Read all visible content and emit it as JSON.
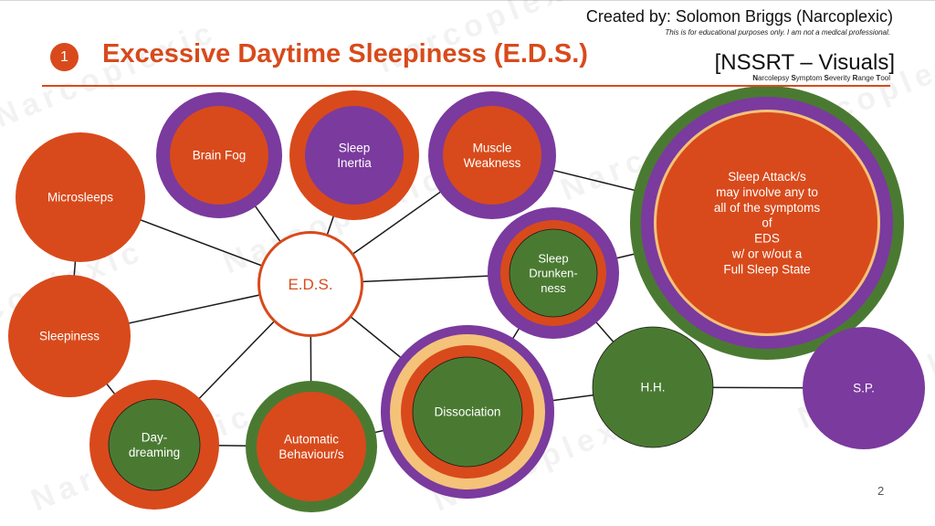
{
  "slide": {
    "number": "1",
    "title": "Excessive Daytime Sleepiness (E.D.S.)",
    "credit": "Created by: Solomon Briggs (Narcoplexic)",
    "disclaimer": "This is for educational purposes only.  I am not a medical professional.",
    "brand": "[NSSRT – Visuals]",
    "brand_subtitle_parts": [
      {
        "initial": "N",
        "rest": "arcolepsy "
      },
      {
        "initial": "S",
        "rest": "ymptom "
      },
      {
        "initial": "S",
        "rest": "everity "
      },
      {
        "initial": "R",
        "rest": "ange "
      },
      {
        "initial": "T",
        "rest": "ool"
      }
    ],
    "watermark": "Narcoplexic",
    "page_number": "2"
  },
  "colors": {
    "orange": "#d84a1b",
    "purple": "#7b3a9e",
    "green": "#4a7a32",
    "peach": "#f5c27a",
    "white": "#ffffff"
  },
  "nodes": [
    {
      "id": "eds",
      "label": "E.D.S."
    },
    {
      "id": "brain-fog",
      "label": "Brain Fog"
    },
    {
      "id": "sleep-inertia",
      "label": "Sleep\nInertia"
    },
    {
      "id": "muscle-weakness",
      "label": "Muscle\nWeakness"
    },
    {
      "id": "sleep-attack",
      "label": "Sleep Attack/s\nmay involve any to\nall of the symptoms\nof\nEDS\nw/ or w/out a\nFull Sleep State"
    },
    {
      "id": "microsleeps",
      "label": "Microsleeps"
    },
    {
      "id": "sleepiness",
      "label": "Sleepiness"
    },
    {
      "id": "sleep-drunkenness",
      "label": "Sleep\nDrunken-\nness"
    },
    {
      "id": "daydreaming",
      "label": "Day-\ndreaming"
    },
    {
      "id": "automatic-behaviour",
      "label": "Automatic\nBehaviour/s"
    },
    {
      "id": "dissociation",
      "label": "Dissociation"
    },
    {
      "id": "hh",
      "label": "H.H."
    },
    {
      "id": "sp",
      "label": "S.P."
    }
  ],
  "edges": [
    [
      "eds",
      "brain-fog"
    ],
    [
      "eds",
      "sleep-inertia"
    ],
    [
      "eds",
      "muscle-weakness"
    ],
    [
      "eds",
      "microsleeps"
    ],
    [
      "eds",
      "sleepiness"
    ],
    [
      "eds",
      "sleep-drunkenness"
    ],
    [
      "eds",
      "daydreaming"
    ],
    [
      "eds",
      "automatic-behaviour"
    ],
    [
      "eds",
      "dissociation"
    ],
    [
      "microsleeps",
      "sleepiness"
    ],
    [
      "sleepiness",
      "daydreaming"
    ],
    [
      "daydreaming",
      "automatic-behaviour"
    ],
    [
      "automatic-behaviour",
      "dissociation"
    ],
    [
      "dissociation",
      "hh"
    ],
    [
      "hh",
      "sp"
    ],
    [
      "hh",
      "sleep-drunkenness"
    ],
    [
      "muscle-weakness",
      "sleep-attack"
    ],
    [
      "sleep-drunkenness",
      "sleep-attack"
    ],
    [
      "sleep-drunkenness",
      "dissociation"
    ]
  ]
}
